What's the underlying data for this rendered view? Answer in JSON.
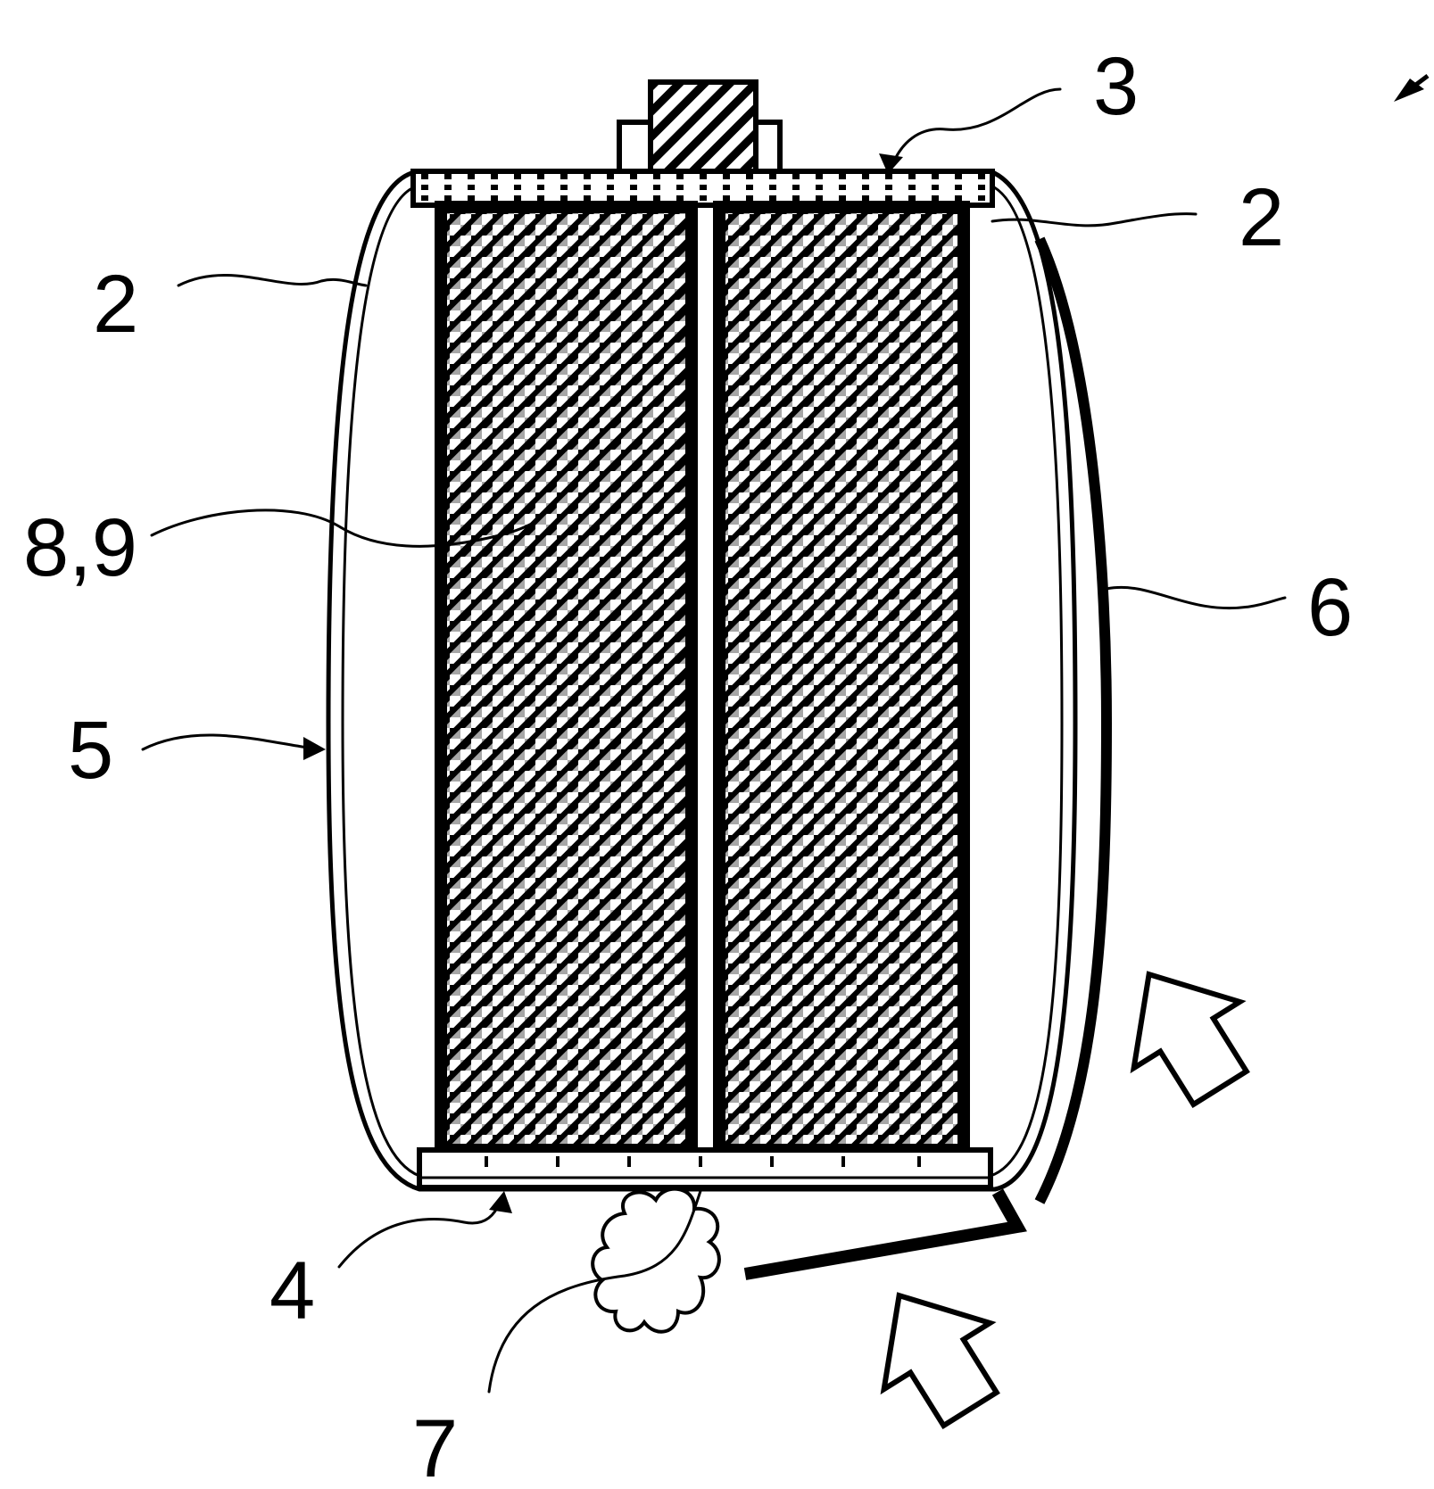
{
  "figure": {
    "labels": {
      "ref_3": "3",
      "ref_2_left": "2",
      "ref_2_right": "2",
      "ref_8_9": "8,9",
      "ref_6": "6",
      "ref_5": "5",
      "ref_4": "4",
      "ref_7": "7"
    }
  }
}
